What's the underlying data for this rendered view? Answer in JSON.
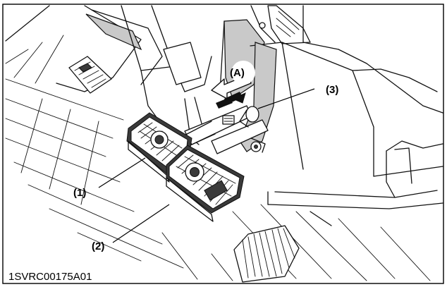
{
  "figure": {
    "code": "1SVRC00175A01",
    "callouts": {
      "label_1": "(1)",
      "label_2": "(2)",
      "label_3": "(3)",
      "label_a": "(A)"
    }
  },
  "colors": {
    "ink": "#111111",
    "paper": "#ffffff",
    "shade": "#c9c9c9"
  }
}
